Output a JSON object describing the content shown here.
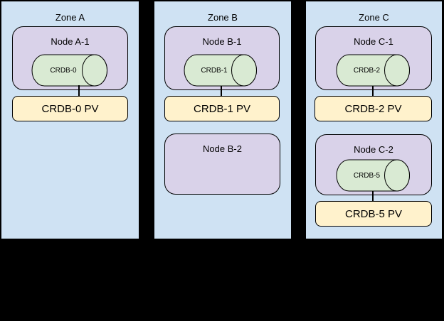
{
  "colors": {
    "background": "#000000",
    "zone_fill": "#cfe2f3",
    "node_fill": "#d9d2e9",
    "cylinder_fill": "#d9ead3",
    "pv_fill": "#fff2cc",
    "border": "#000000",
    "text": "#000000"
  },
  "zones": [
    {
      "label": "Zone A",
      "nodes": [
        {
          "label": "Node A-1",
          "cylinder": {
            "label": "CRDB-0"
          },
          "pv": {
            "label": "CRDB-0 PV"
          }
        }
      ]
    },
    {
      "label": "Zone B",
      "nodes": [
        {
          "label": "Node B-1",
          "cylinder": {
            "label": "CRDB-1"
          },
          "pv": {
            "label": "CRDB-1 PV"
          }
        },
        {
          "label": "Node B-2"
        }
      ]
    },
    {
      "label": "Zone C",
      "nodes": [
        {
          "label": "Node C-1",
          "cylinder": {
            "label": "CRDB-2"
          },
          "pv": {
            "label": "CRDB-2 PV"
          }
        },
        {
          "label": "Node C-2",
          "cylinder": {
            "label": "CRDB-5"
          },
          "pv": {
            "label": "CRDB-5 PV"
          }
        }
      ]
    }
  ]
}
